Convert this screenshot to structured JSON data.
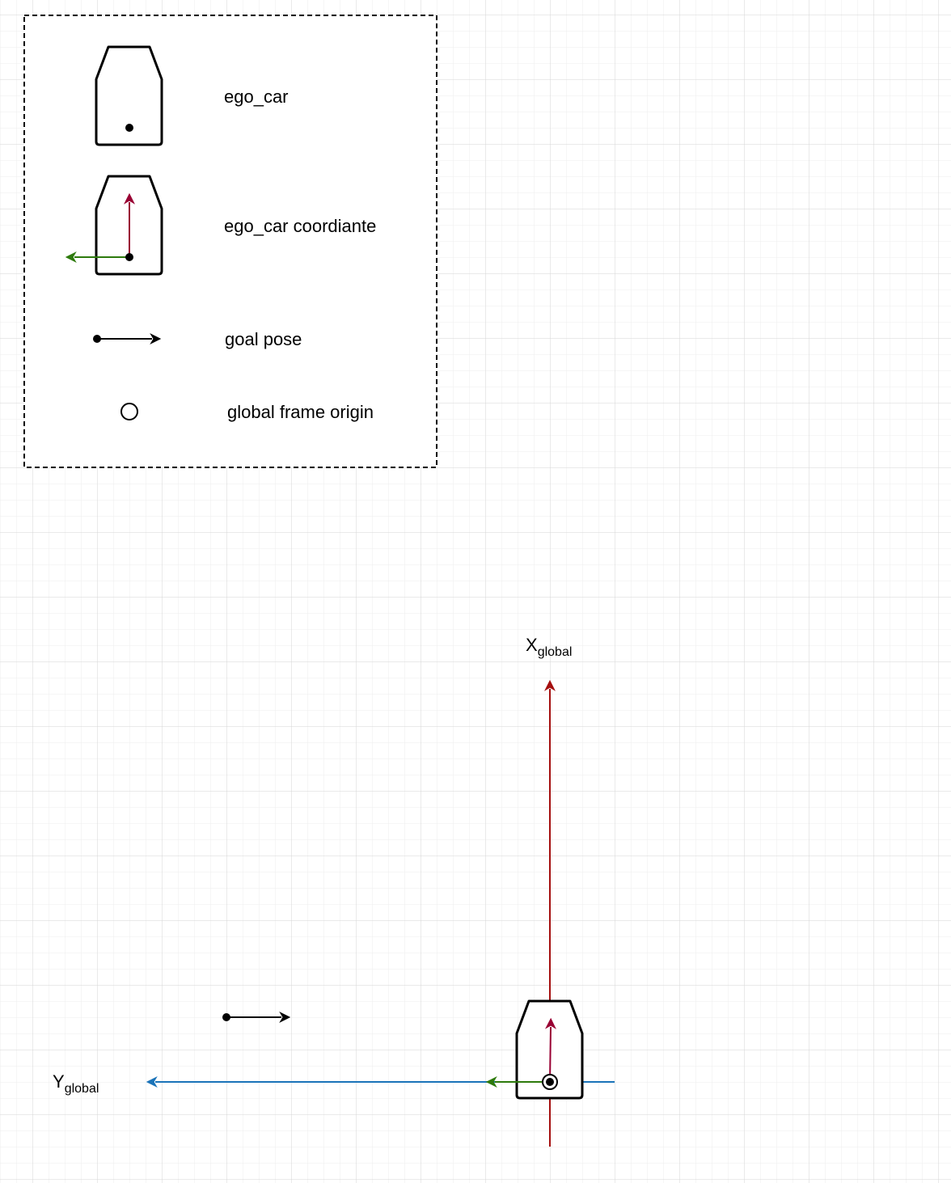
{
  "legend": {
    "items": [
      {
        "key": "ego_car",
        "label": "ego_car"
      },
      {
        "key": "ego_car_coordinate",
        "label": "ego_car coordiante"
      },
      {
        "key": "goal_pose",
        "label": "goal pose"
      },
      {
        "key": "global_frame_origin",
        "label": "global frame origin"
      }
    ]
  },
  "axes": {
    "x_axis": {
      "main": "X",
      "sub": "global"
    },
    "y_axis": {
      "main": "Y",
      "sub": "global"
    }
  },
  "colors": {
    "grid_minor": "#eeeeee",
    "grid_major": "#d6d6d6",
    "x_global_axis": "#a50f0f",
    "y_global_axis": "#1a73b8",
    "ego_x_axis": "#990033",
    "ego_y_axis": "#2d7a0c",
    "outline": "#000000"
  }
}
